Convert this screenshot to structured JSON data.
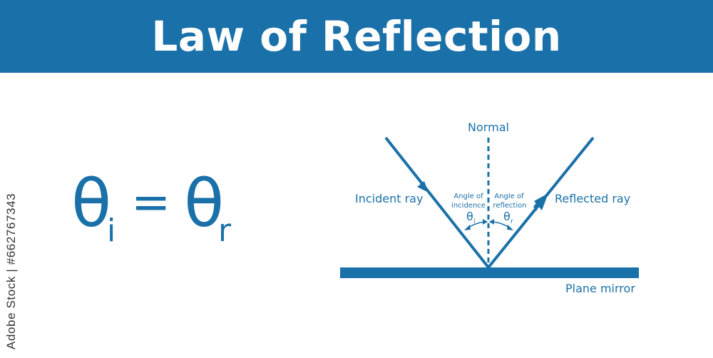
{
  "title": "Law of Reflection",
  "side_id": "Adobe Stock | #662767343",
  "formula": {
    "theta_left": "θ",
    "sub_left": "i",
    "equals": "=",
    "theta_right": "θ",
    "sub_right": "r"
  },
  "diagram": {
    "normal_label": "Normal",
    "incident_label": "Incident ray",
    "reflected_label": "Reflected ray",
    "angle_incidence_line1": "Angle of",
    "angle_incidence_line2": "incidence",
    "angle_reflection_line1": "Angle of",
    "angle_reflection_line2": "reflection",
    "theta_i_symbol": "θ",
    "theta_i_sub": "i",
    "theta_r_symbol": "θ",
    "theta_r_sub": "r",
    "mirror_label": "Plane mirror"
  },
  "colors": {
    "accent": "#1a70a8",
    "background": "#ffffff"
  }
}
